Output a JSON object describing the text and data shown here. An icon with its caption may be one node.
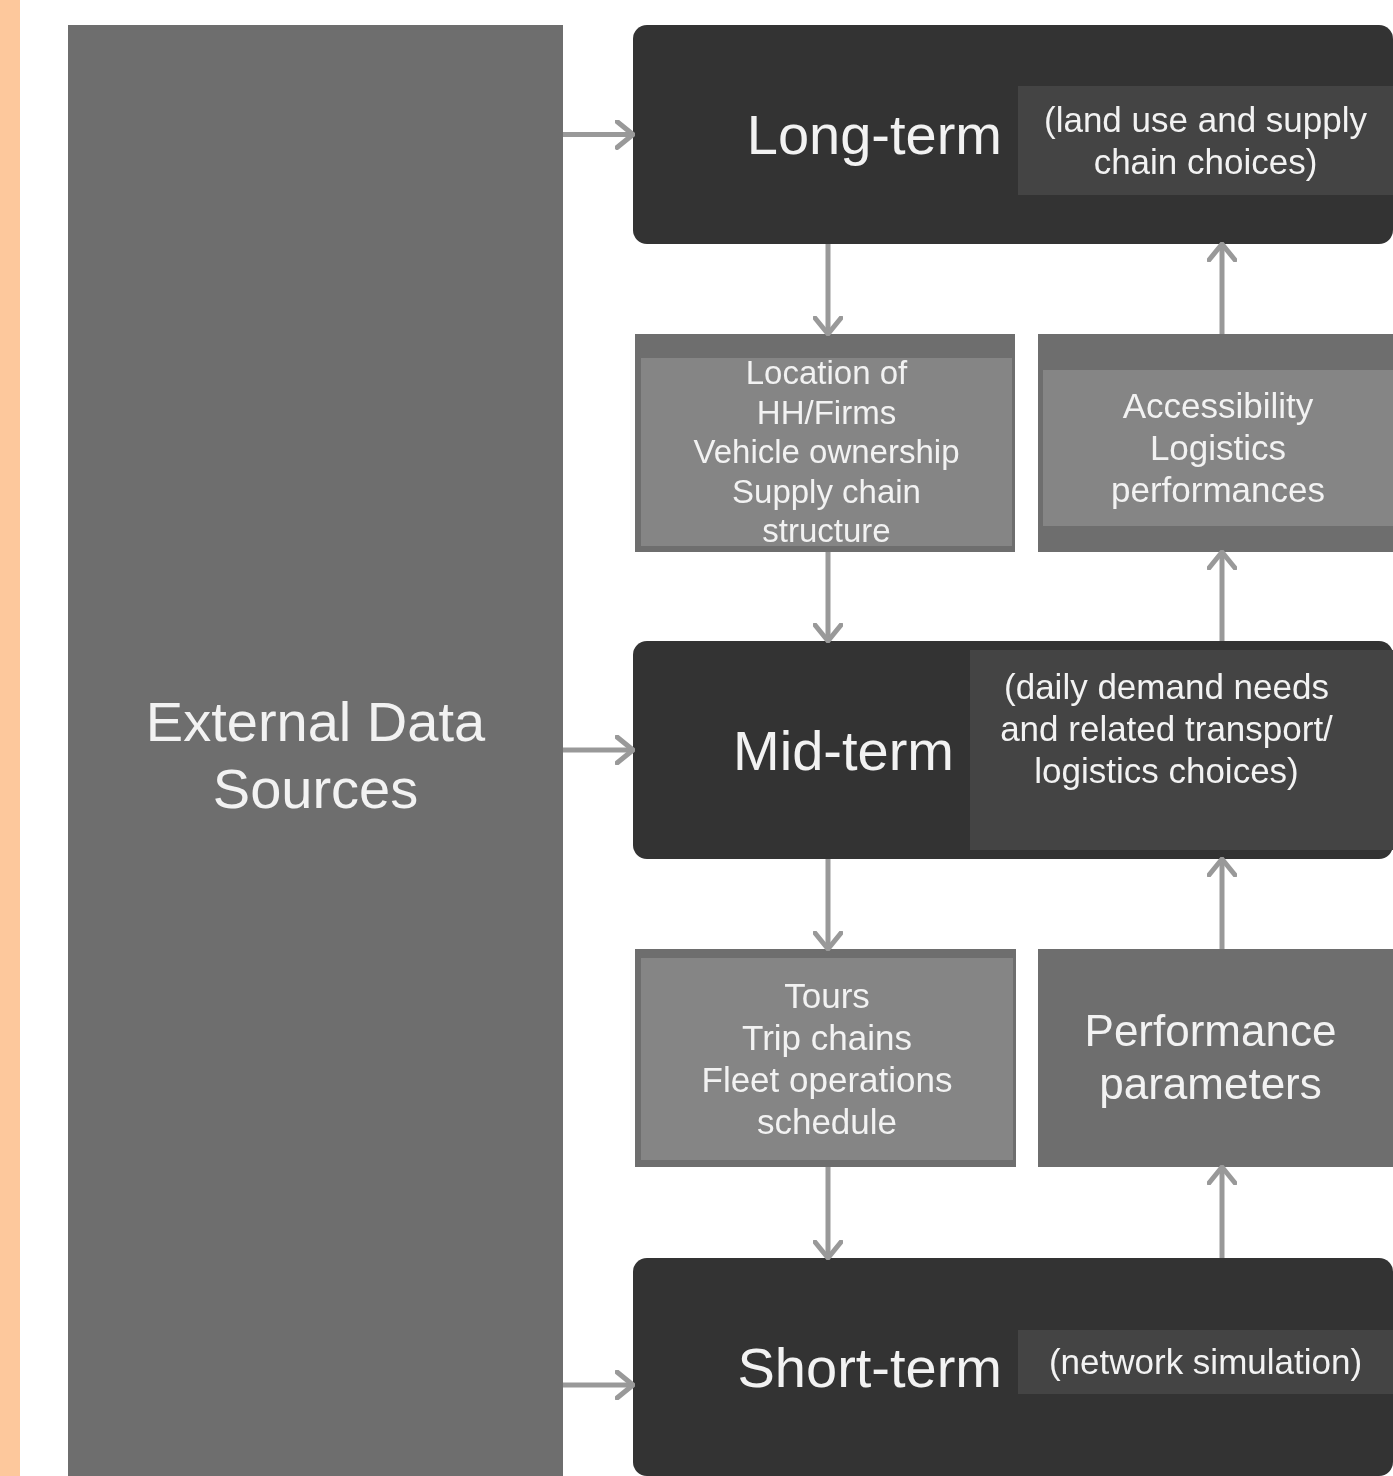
{
  "diagram": {
    "nodes": [
      {
        "text": [
          "External Data Sources"
        ]
      },
      {
        "text": [
          "Long-term"
        ]
      },
      {
        "text": [
          "(land use and supply chain choices)"
        ],
        "in": 1
      },
      {
        "text": [
          "Location of HH/Firms",
          "Vehicle ownership",
          "Supply chain structure"
        ]
      },
      {
        "text": [
          "Accessibility",
          "Logistics performances"
        ]
      },
      {
        "text": [
          "Mid-term"
        ]
      },
      {
        "text": [
          "(daily demand needs and related transport/ logistics choices)"
        ],
        "in": 5
      },
      {
        "text": [
          "Tours",
          "Trip chains",
          "Fleet operations schedule"
        ]
      },
      {
        "text": [
          "Performance parameters"
        ]
      },
      {
        "text": [
          "Short-term"
        ]
      },
      {
        "text": [
          "(network simulation)"
        ],
        "in": 9
      }
    ],
    "edges": [
      {
        "from": 0,
        "to": 1,
        "arrow": "to"
      },
      {
        "from": 0,
        "to": 5,
        "arrow": "to"
      },
      {
        "from": 0,
        "to": 9,
        "arrow": "to"
      },
      {
        "from": 1,
        "to": 3,
        "arrow": "to"
      },
      {
        "from": 3,
        "to": 5,
        "arrow": "to"
      },
      {
        "from": 4,
        "to": 1,
        "arrow": "to"
      },
      {
        "from": 5,
        "to": 4,
        "arrow": "to"
      },
      {
        "from": 5,
        "to": 7,
        "arrow": "to"
      },
      {
        "from": 7,
        "to": 9,
        "arrow": "to"
      },
      {
        "from": 8,
        "to": 5,
        "arrow": "to"
      },
      {
        "from": 9,
        "to": 8,
        "arrow": "to"
      }
    ]
  }
}
